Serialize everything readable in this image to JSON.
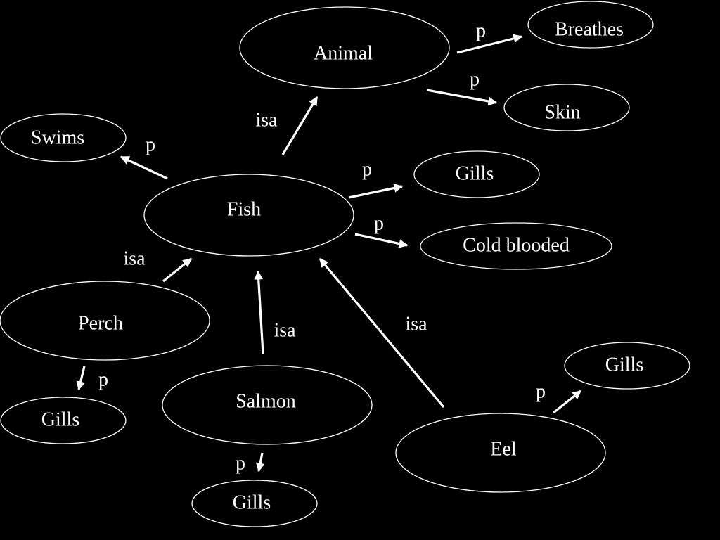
{
  "colors": {
    "background": "#000000",
    "foreground": "#ffffff"
  },
  "nodes": {
    "animal": "Animal",
    "breathes": "Breathes",
    "skin": "Skin",
    "swims": "Swims",
    "fish": "Fish",
    "gills_fish": "Gills",
    "cold_blooded": "Cold blooded",
    "perch": "Perch",
    "gills_perch": "Gills",
    "salmon": "Salmon",
    "gills_salmon": "Gills",
    "eel": "Eel",
    "gills_eel": "Gills"
  },
  "edges": [
    {
      "from": "animal",
      "to": "breathes",
      "label": "p"
    },
    {
      "from": "animal",
      "to": "skin",
      "label": "p"
    },
    {
      "from": "fish",
      "to": "animal",
      "label": "isa"
    },
    {
      "from": "fish",
      "to": "swims",
      "label": "p"
    },
    {
      "from": "fish",
      "to": "gills_fish",
      "label": "p"
    },
    {
      "from": "fish",
      "to": "cold_blooded",
      "label": "p"
    },
    {
      "from": "perch",
      "to": "fish",
      "label": "isa"
    },
    {
      "from": "perch",
      "to": "gills_perch",
      "label": "p"
    },
    {
      "from": "salmon",
      "to": "fish",
      "label": "isa"
    },
    {
      "from": "salmon",
      "to": "gills_salmon",
      "label": "p"
    },
    {
      "from": "eel",
      "to": "fish",
      "label": "isa"
    },
    {
      "from": "eel",
      "to": "gills_eel",
      "label": "p"
    }
  ]
}
